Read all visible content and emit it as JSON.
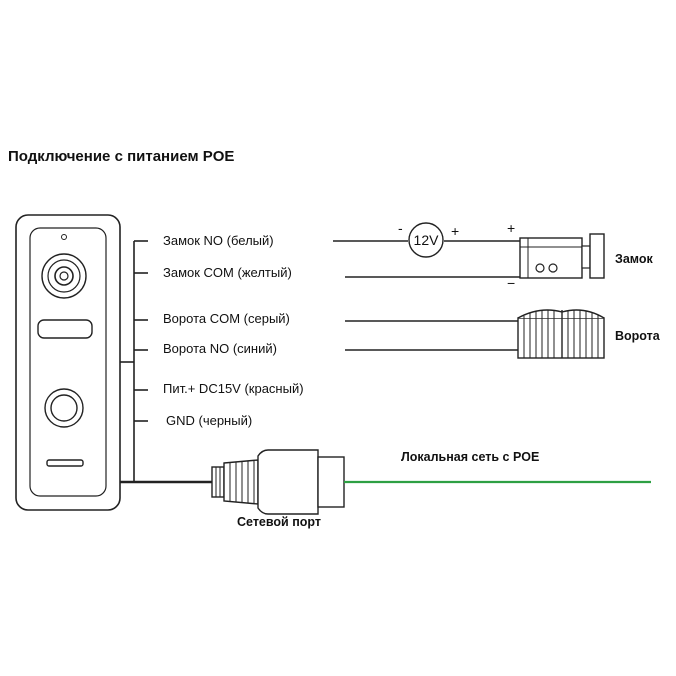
{
  "title": "Подключение с питанием POE",
  "wires": [
    {
      "label": "Замок NO (белый)"
    },
    {
      "label": "Замок COM (желтый)"
    },
    {
      "label": "Ворота COM (серый)"
    },
    {
      "label": "Ворота NO (синий)"
    },
    {
      "label": "Пит.+ DC15V (красный)"
    },
    {
      "label": "GND (черный)"
    }
  ],
  "lock_label": "Замок",
  "gate_label": "Ворота",
  "network_label": "Локальная сеть с POE",
  "port_label": "Сетевой порт",
  "power_source": {
    "label": "12V",
    "minus": "-",
    "plus": "+"
  },
  "lock_polarity": {
    "plus": "+",
    "minus": "−"
  },
  "colors": {
    "lan_cable": "#2ea043",
    "wire": "#222222"
  }
}
